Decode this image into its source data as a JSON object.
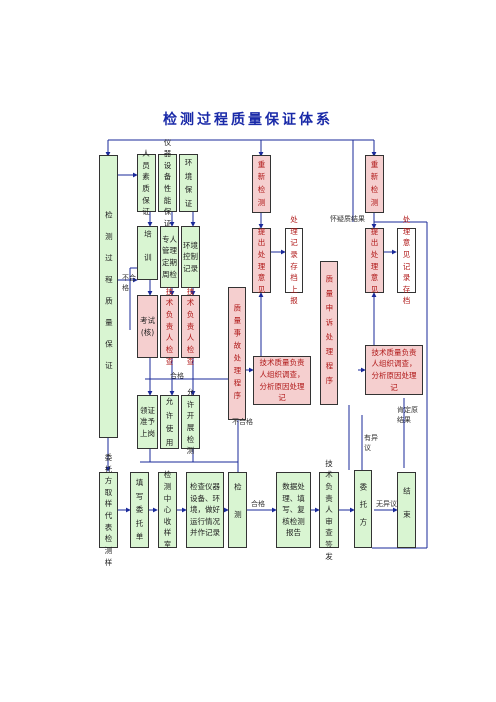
{
  "title": "检测过程质量保证体系",
  "boxes": {
    "left_main": "检测过程质量保证",
    "staff_qual": "人员素质保证",
    "equip_perf": "仪器设备性能保证",
    "env_guar": "环境保证",
    "train": "培训",
    "dedicated_mgr": "专人管理定期周检",
    "env_control": "环境控制记录",
    "exam": "考试(核)",
    "tech_resp_check": "技术负责人检查",
    "tech_resp_check2": "技术负责人检查",
    "cert_work": "领证准予上岗",
    "allow_use": "允许使用",
    "allow_test": "允许开展检测",
    "retest_1": "重新检测",
    "propose_1": "提出处理意见",
    "record_archive": "处理记录存档上报",
    "quality_accident": "质量事故处理程序",
    "investigate_1": "技术质量负责人组织调查，分析原因处理记",
    "retest_2": "重新检测",
    "propose_2": "提出处理意见",
    "opinion_archive": "处理意见记录存档",
    "complaint_proc": "质量申诉处理程序",
    "investigate_2": "技术质量负责人组织调查，分析原因处理记",
    "client_rep": "委托方取样代表检测样",
    "fill_form": "填写委托单",
    "center_accept": "检测中心收样室",
    "inspect": "检查仪器设备、环境，做好运行情况并作记录",
    "test": "检测",
    "report_data": "数据处理、填写、复核检测报告",
    "tech_review": "技术负责人审查签发",
    "client": "委托方",
    "end": "结束"
  },
  "labels": {
    "fail_left": "不合格",
    "pass_1": "合格",
    "fail_mid": "不合格",
    "pass_2": "合格",
    "no_objection": "无异议",
    "doubt_result": "怀疑质结果",
    "has_objection": "有异议",
    "confirm_result": "肯定原结果"
  }
}
